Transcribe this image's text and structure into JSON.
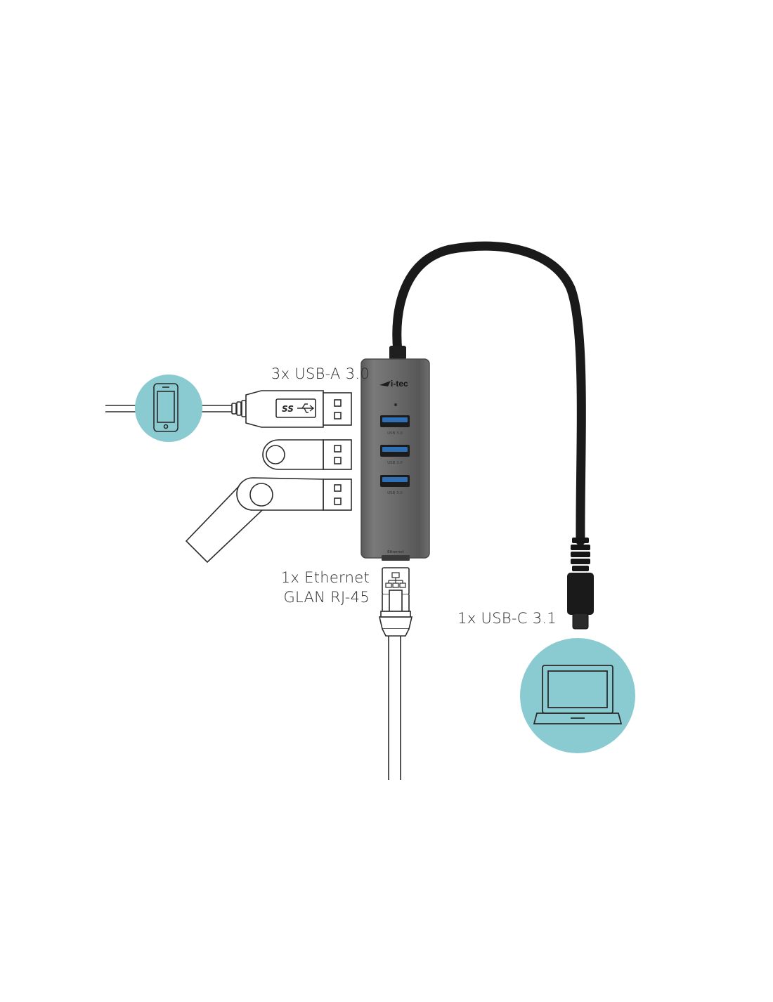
{
  "labels": {
    "usb_a": "3x USB-A 3.0",
    "ethernet_line1": "1x Ethernet",
    "ethernet_line2": "GLAN RJ-45",
    "usb_c": "1x USB-C 3.1"
  },
  "hub": {
    "brand": "i-tec",
    "ports": [
      "USB 3.0",
      "USB 3.0",
      "USB 3.0"
    ],
    "ethernet_port": "Ethernet"
  },
  "usb_logo": "SS",
  "icons": [
    "smartphone-icon",
    "laptop-icon",
    "usb-flash-drive-icon",
    "ethernet-plug-icon",
    "usb-c-plug-icon",
    "network-icon"
  ],
  "colors": {
    "accent": "#89cbd0",
    "hub_body": "#6b6b6b",
    "cable": "#1a1a1a",
    "port_blue": "#2f6fb6",
    "outline": "#2b2b2b"
  }
}
